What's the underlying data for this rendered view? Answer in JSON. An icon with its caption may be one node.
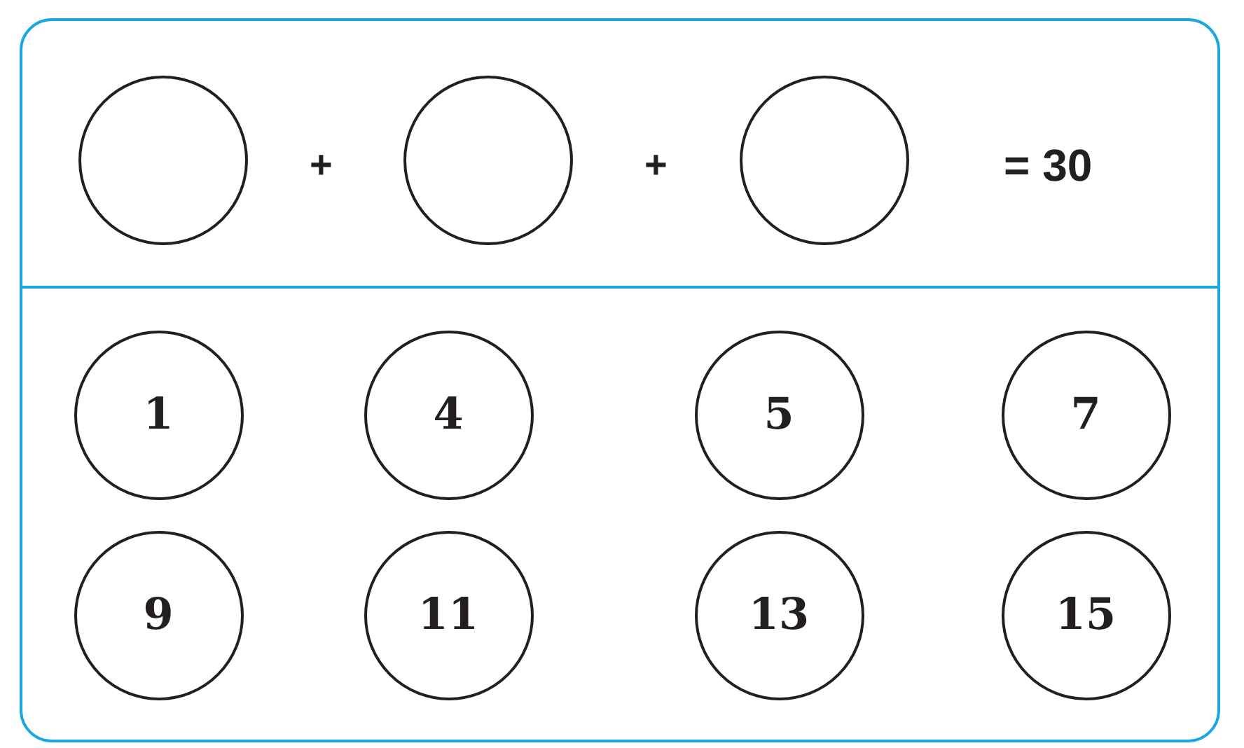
{
  "diagram": {
    "nodes": [
      {
        "text": [],
        "shape": "circle"
      },
      {
        "text": [],
        "shape": "circle"
      },
      {
        "text": [],
        "shape": "circle"
      },
      {
        "text": [
          "1"
        ]
      },
      {
        "text": [
          "4"
        ]
      },
      {
        "text": [
          "5"
        ]
      },
      {
        "text": [
          "7"
        ]
      },
      {
        "text": [
          "9"
        ]
      },
      {
        "text": [
          "11"
        ]
      },
      {
        "text": [
          "13"
        ]
      },
      {
        "text": [
          "15"
        ]
      }
    ],
    "edges": [],
    "labels": [
      "+",
      "+",
      "= 30"
    ]
  }
}
